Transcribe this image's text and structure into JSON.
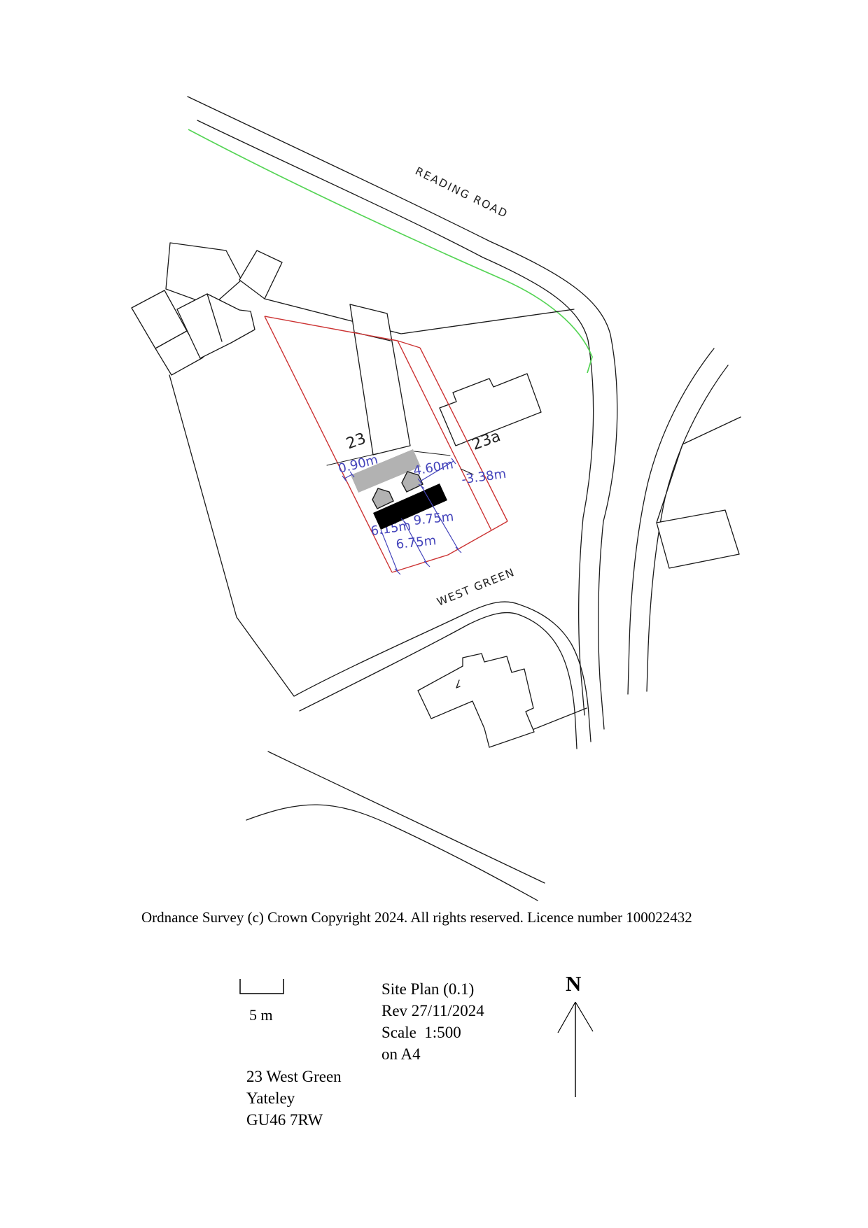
{
  "map": {
    "road_labels": {
      "reading_road": "READING ROAD",
      "west_green": "WEST GREEN"
    },
    "plot_labels": {
      "plot_23": "23",
      "plot_23a": "23a"
    },
    "dimension_labels": {
      "d_090": "0.90m",
      "d_460": "4.60m",
      "d_338": "-3.38m",
      "d_975": "9.75m",
      "d_615": "6.15m",
      "d_675": "6.75m"
    },
    "colors": {
      "boundary_red": "#cc3333",
      "dimension_blue": "#4444bb",
      "verge_green": "#55d455",
      "existing_building_gray": "#b2b2b2",
      "proposed_building_black": "#000000"
    }
  },
  "footer": {
    "copyright": "Ordnance Survey (c) Crown Copyright 2024. All rights reserved. Licence number 100022432",
    "scale_bar_label": "5 m",
    "plan_info": {
      "title": "Site Plan (0.1)",
      "revision": "Rev 27/11/2024",
      "scale": "Scale  1:500",
      "sheet": "on A4"
    },
    "address": {
      "line1": "23 West Green",
      "line2": "Yateley",
      "line3": "GU46 7RW"
    },
    "north_label": "N"
  }
}
